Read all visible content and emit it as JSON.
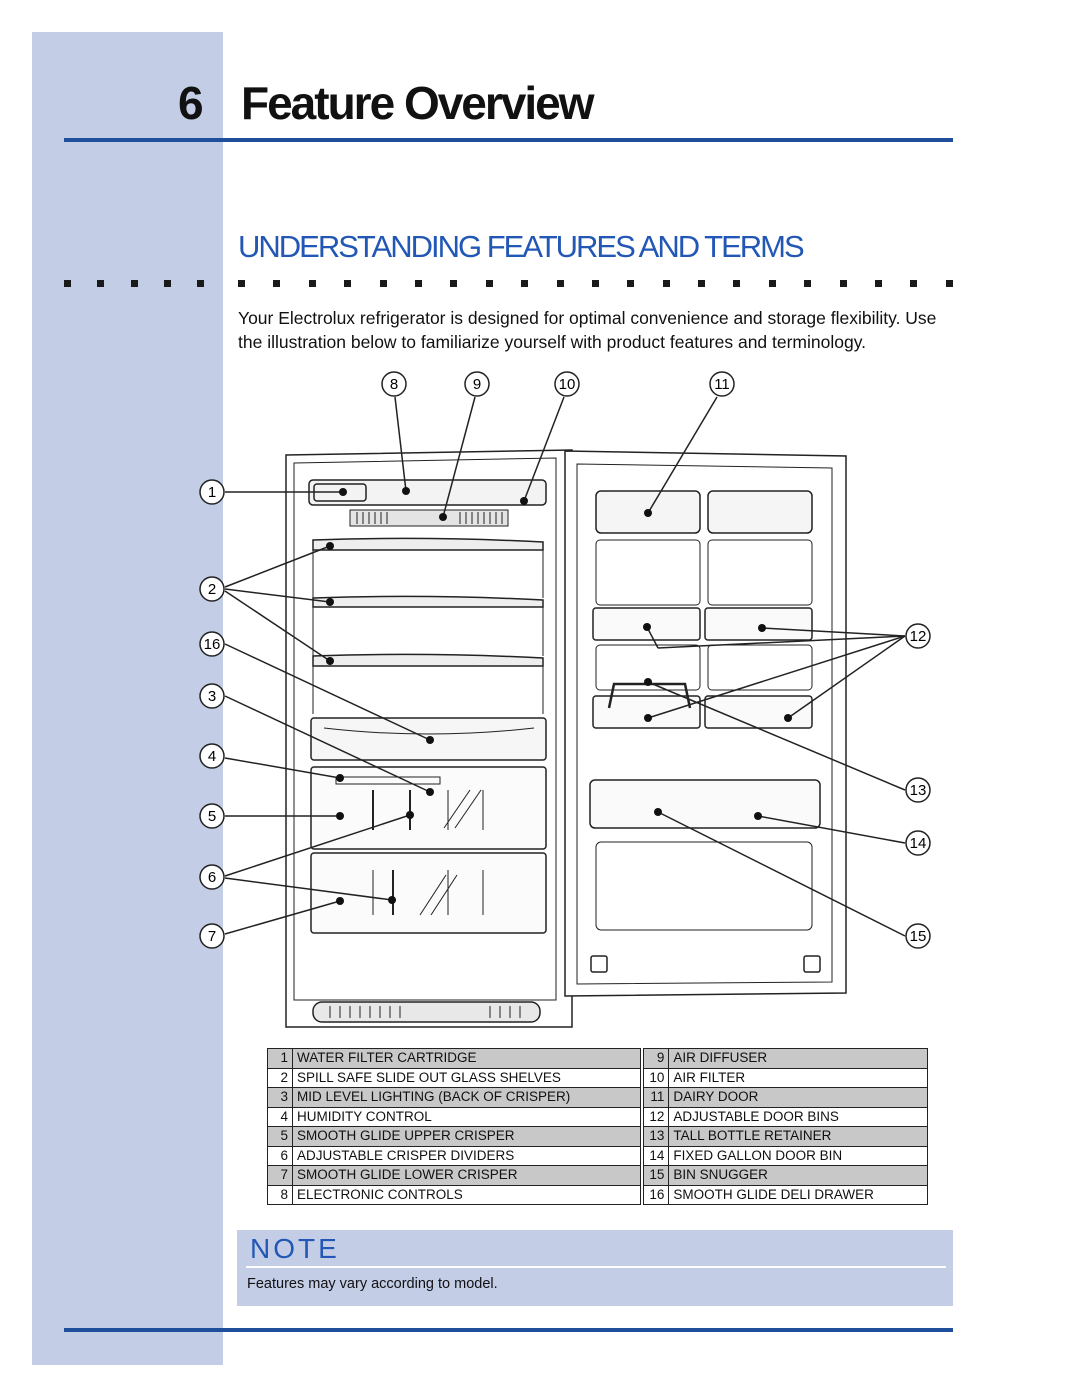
{
  "header": {
    "chapter_number": "6",
    "chapter_title": "Feature Overview"
  },
  "section": {
    "heading": "UNDERSTANDING FEATURES AND TERMS",
    "intro": "Your Electrolux refrigerator is designed for optimal convenience and storage flexibility. Use the illustration below to familiarize yourself with product features and terminology."
  },
  "callouts": [
    "1",
    "2",
    "3",
    "4",
    "5",
    "6",
    "7",
    "8",
    "9",
    "10",
    "11",
    "12",
    "13",
    "14",
    "15",
    "16"
  ],
  "legend": {
    "rows": [
      {
        "n1": "1",
        "l1": "WATER FILTER CARTRIDGE",
        "n2": "9",
        "l2": "AIR DIFFUSER"
      },
      {
        "n1": "2",
        "l1": "SPILL SAFE SLIDE OUT GLASS SHELVES",
        "n2": "10",
        "l2": "AIR FILTER"
      },
      {
        "n1": "3",
        "l1": "MID LEVEL LIGHTING (BACK OF CRISPER)",
        "n2": "11",
        "l2": "DAIRY DOOR"
      },
      {
        "n1": "4",
        "l1": "HUMIDITY CONTROL",
        "n2": "12",
        "l2": "ADJUSTABLE DOOR BINS"
      },
      {
        "n1": "5",
        "l1": "SMOOTH GLIDE UPPER CRISPER",
        "n2": "13",
        "l2": "TALL BOTTLE RETAINER"
      },
      {
        "n1": "6",
        "l1": "ADJUSTABLE CRISPER DIVIDERS",
        "n2": "14",
        "l2": "FIXED GALLON DOOR BIN"
      },
      {
        "n1": "7",
        "l1": "SMOOTH GLIDE LOWER CRISPER",
        "n2": "15",
        "l2": "BIN SNUGGER"
      },
      {
        "n1": "8",
        "l1": "ELECTRONIC CONTROLS",
        "n2": "16",
        "l2": "SMOOTH GLIDE DELI DRAWER"
      }
    ]
  },
  "note": {
    "title": "NOTE",
    "text": "Features may vary according to model."
  }
}
